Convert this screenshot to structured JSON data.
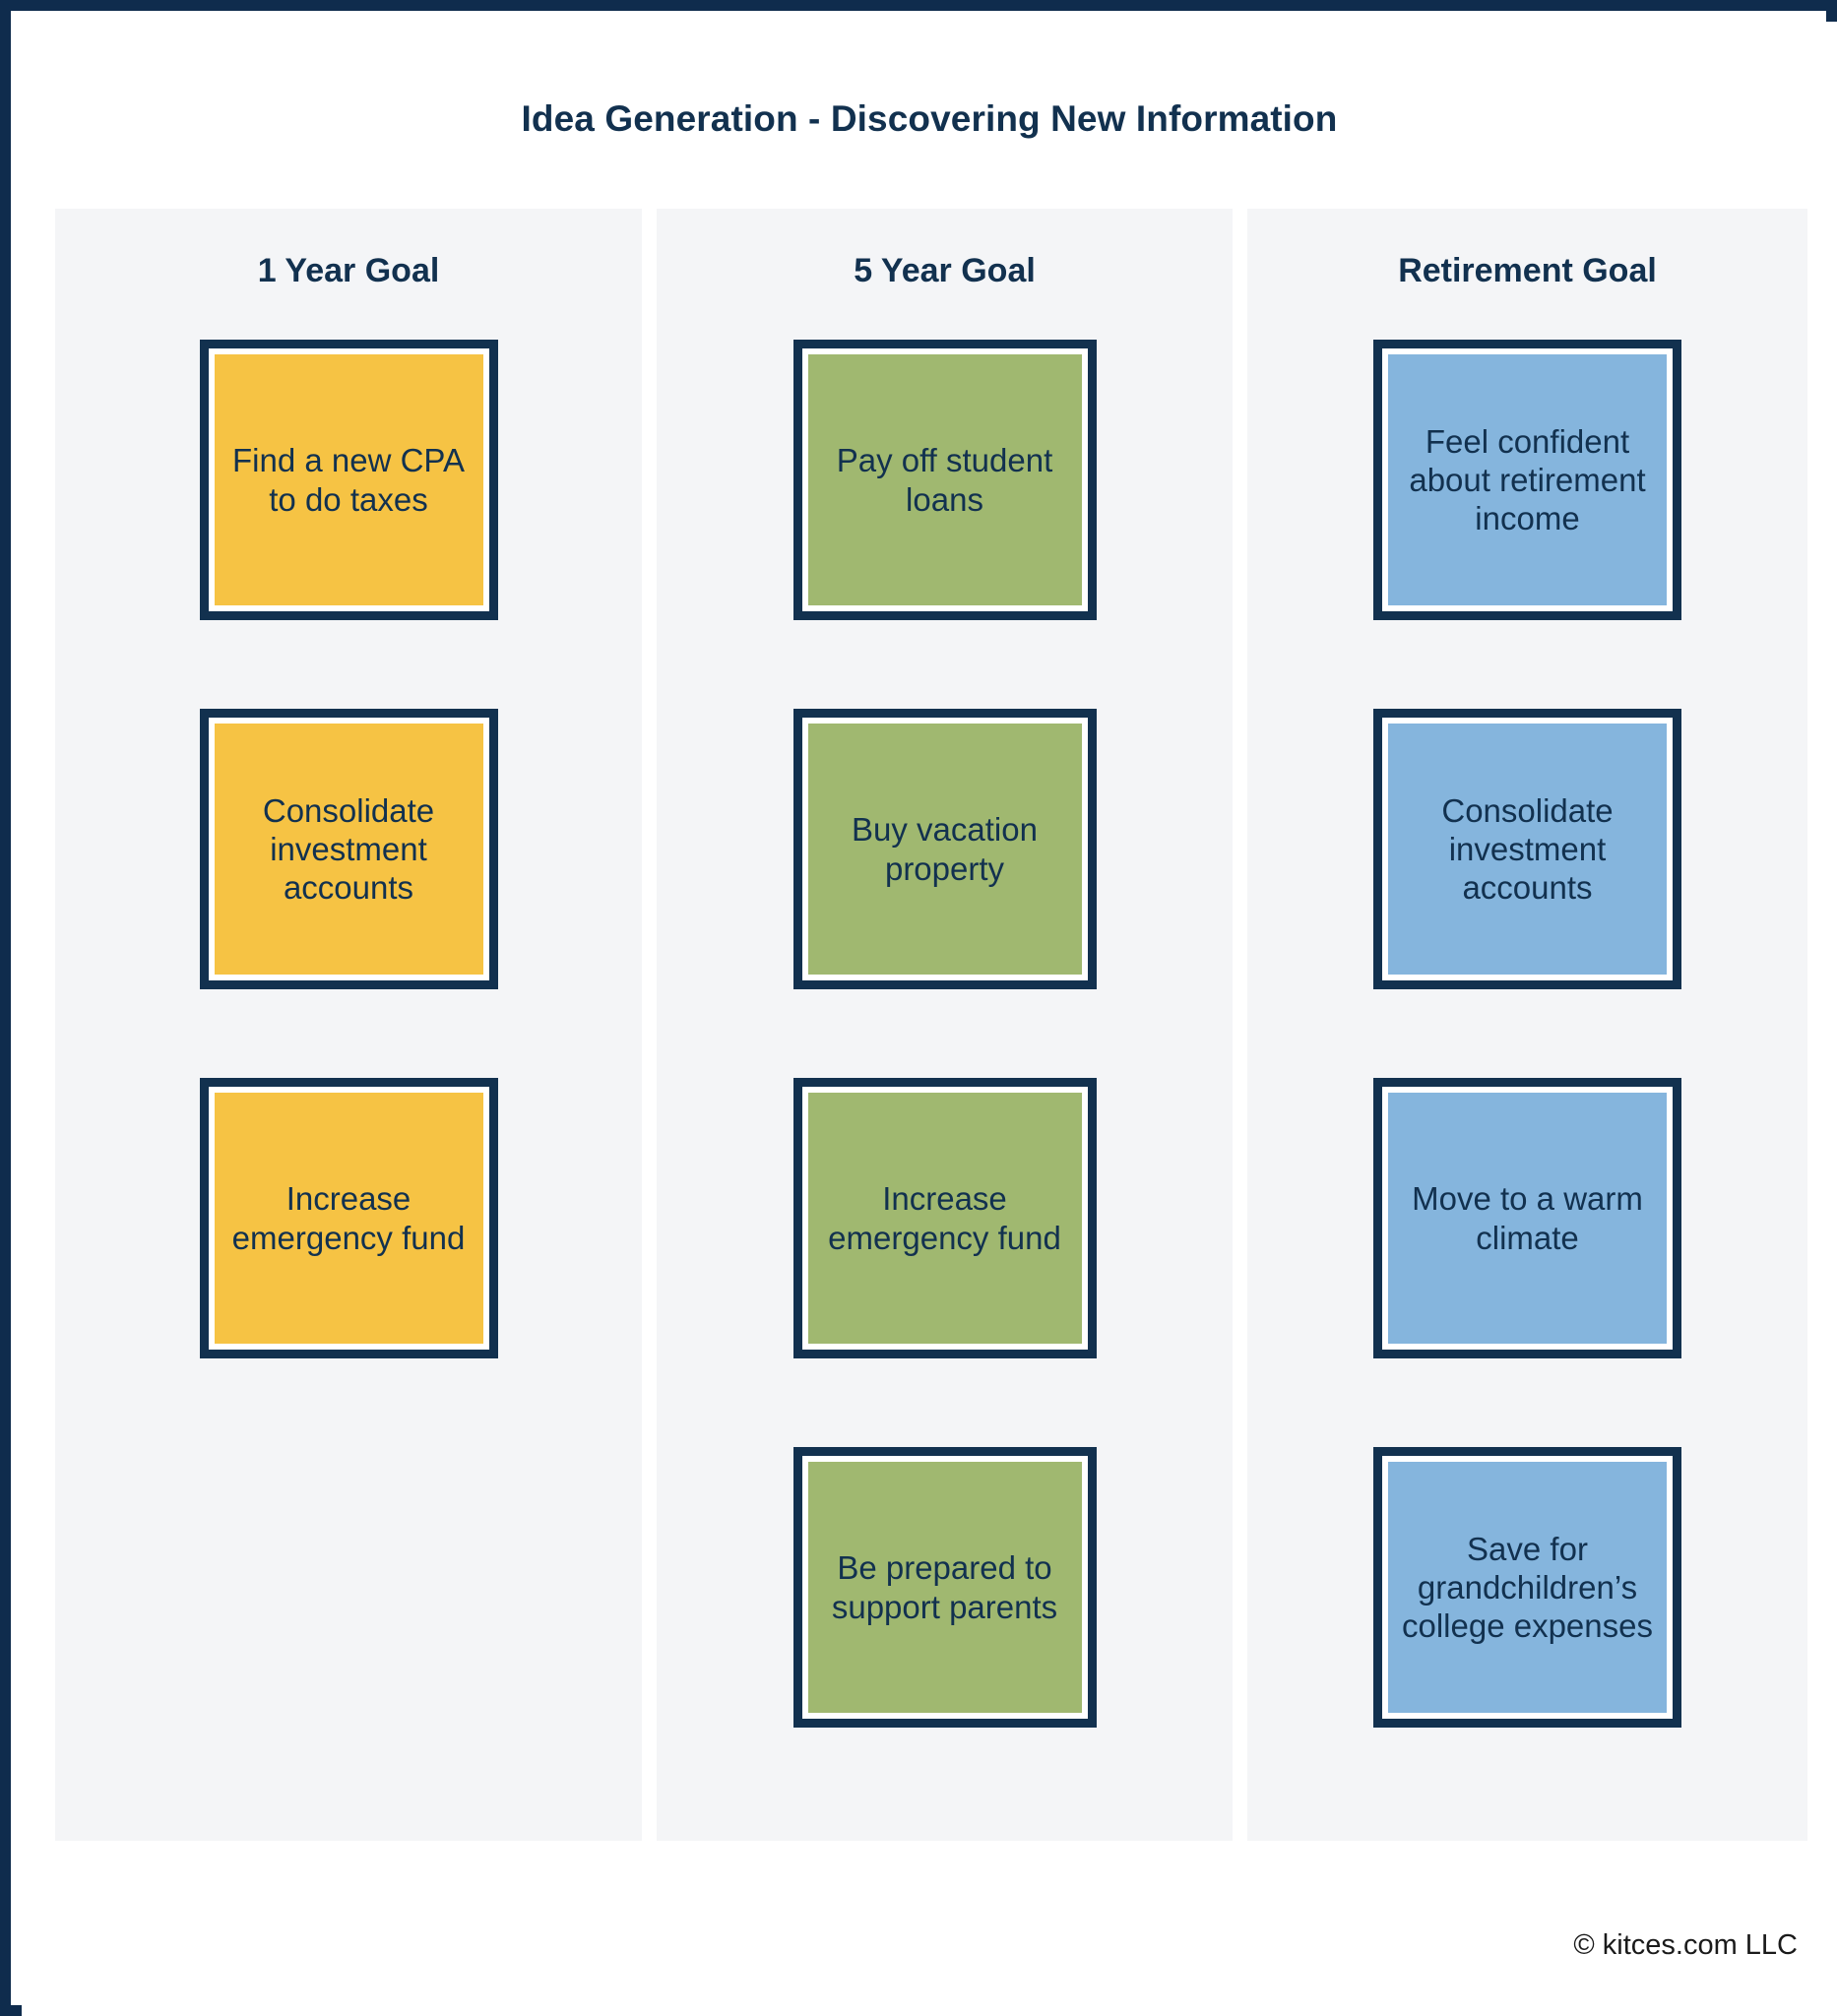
{
  "title": "Idea Generation - Discovering New Information",
  "footer": {
    "credit": "© kitces.com LLC"
  },
  "colors": {
    "frame_navy": "#0f2c4d",
    "text_navy": "#12314f",
    "panel_gray": "#f4f5f7",
    "card_yellow": "#f6c344",
    "card_green": "#a0b870",
    "card_blue": "#85b5dd",
    "card_border": "#12314f"
  },
  "columns": [
    {
      "header": "1 Year Goal",
      "color_name": "yellow",
      "cards": [
        {
          "text": "Find a new CPA to do taxes"
        },
        {
          "text": "Consolidate investment accounts"
        },
        {
          "text": "Increase emergency fund"
        }
      ]
    },
    {
      "header": "5 Year Goal",
      "color_name": "green",
      "cards": [
        {
          "text": "Pay off student loans"
        },
        {
          "text": "Buy vacation property"
        },
        {
          "text": "Increase emergency fund"
        },
        {
          "text": "Be prepared to support parents"
        }
      ]
    },
    {
      "header": "Retirement Goal",
      "color_name": "blue",
      "cards": [
        {
          "text": "Feel confident about retirement income"
        },
        {
          "text": "Consolidate investment accounts"
        },
        {
          "text": "Move to a warm climate"
        },
        {
          "text": "Save for grandchil­dren’s college expenses"
        }
      ]
    }
  ]
}
